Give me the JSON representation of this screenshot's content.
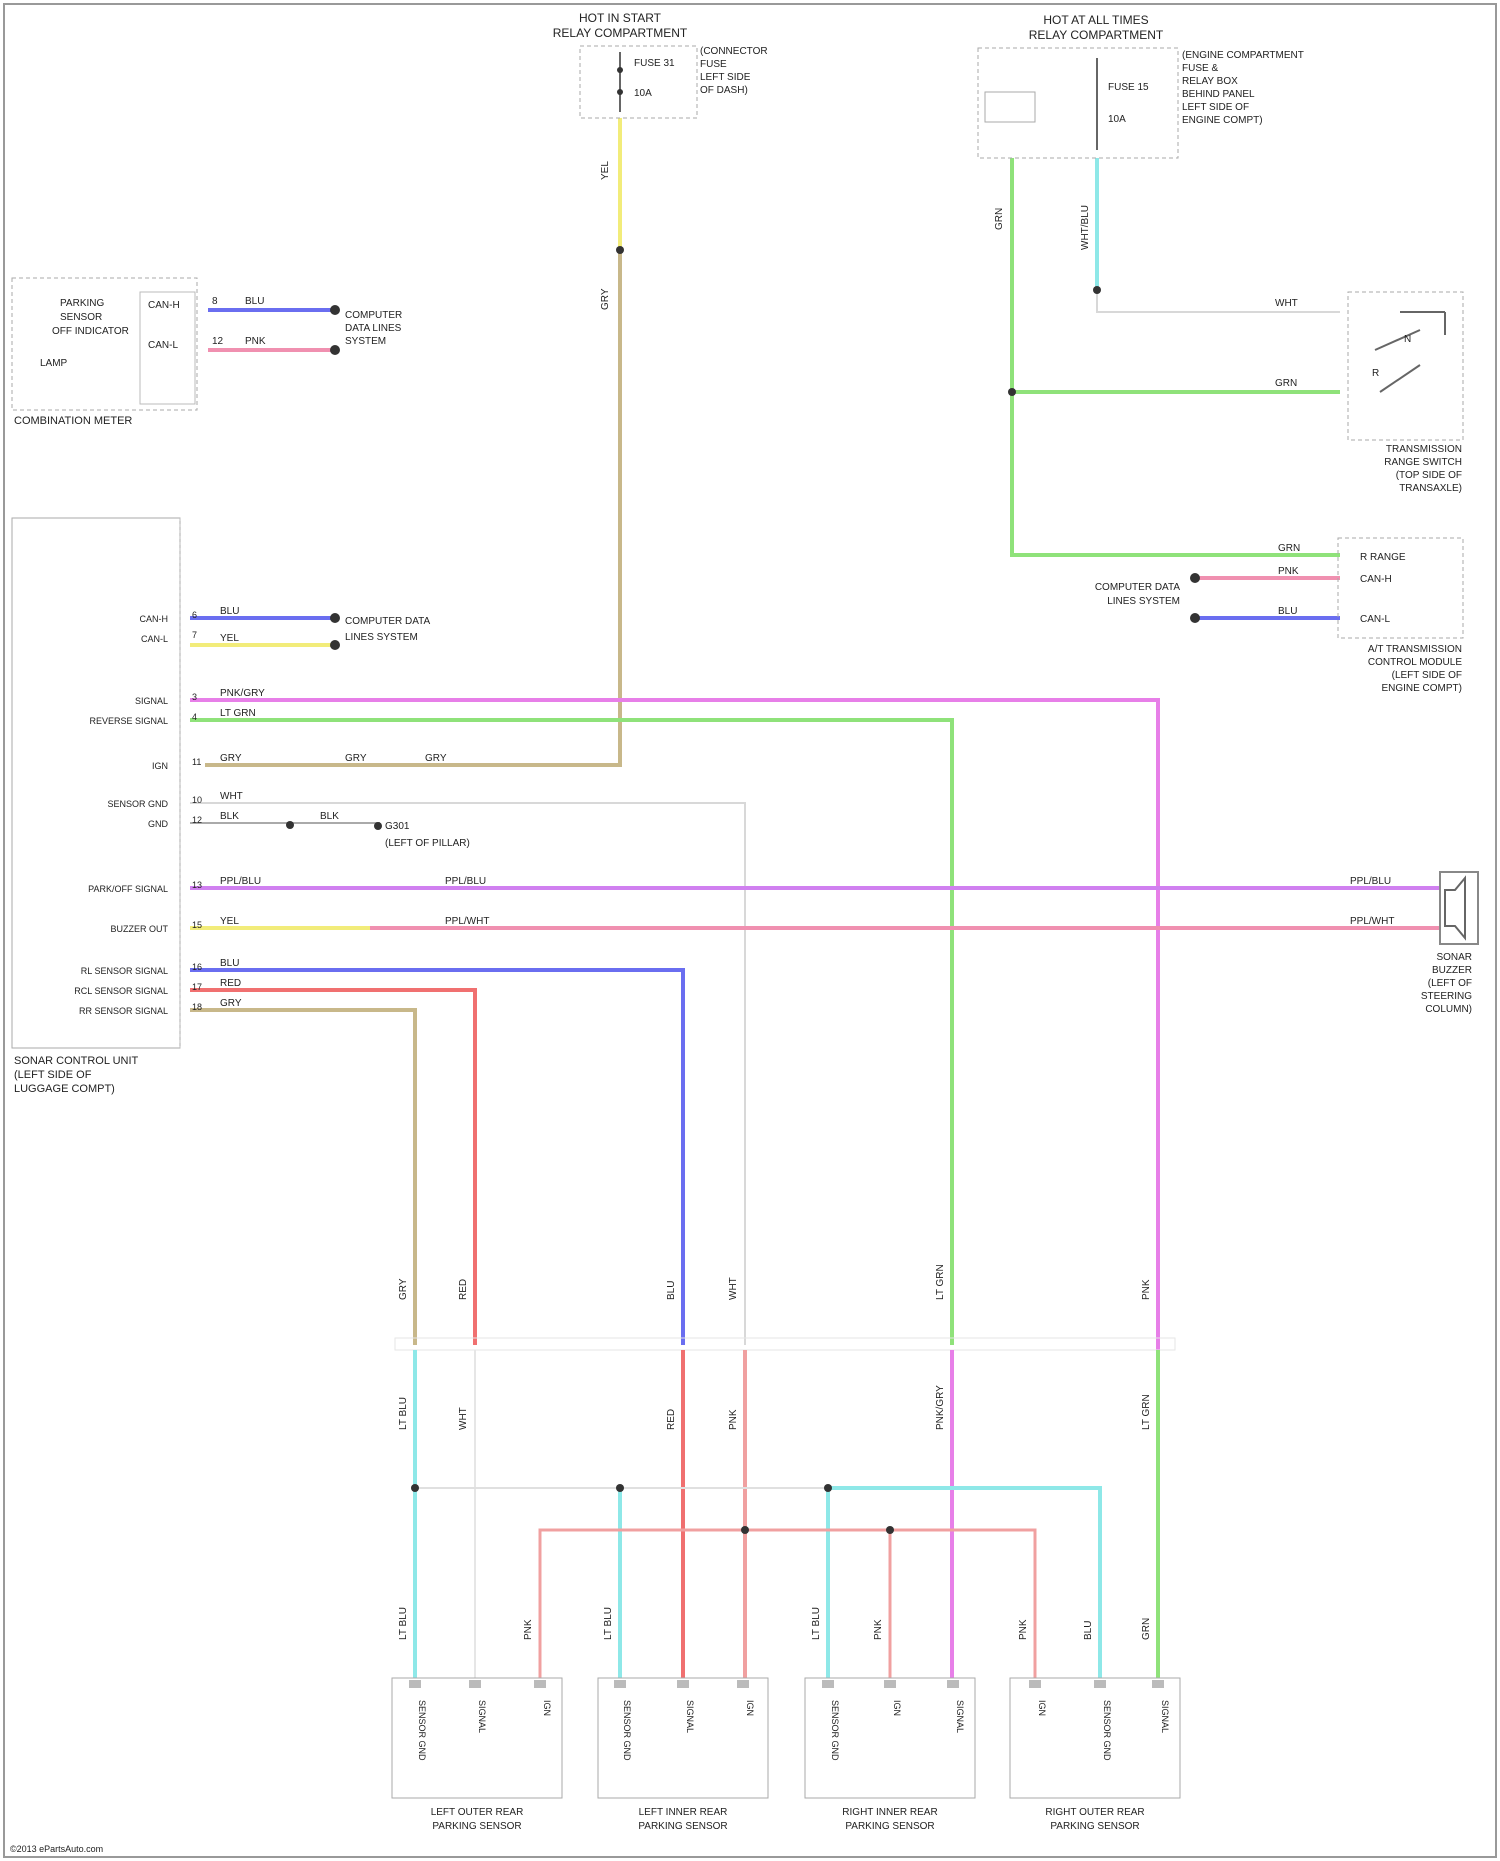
{
  "components": {
    "hot_in_start_fuse_block": {
      "title_lines": [
        "HOT IN START",
        "RELAY COMPARTMENT"
      ],
      "fuse_label": "FUSE 31",
      "fuse_rating": "10A",
      "location_lines": [
        "(CONNECTOR",
        "FUSE",
        "LEFT SIDE",
        "OF DASH)"
      ]
    },
    "hot_at_all_times_block": {
      "title_lines": [
        "HOT AT ALL TIMES",
        "RELAY COMPARTMENT"
      ],
      "fuse_label": "FUSE 15",
      "fuse_rating": "10A",
      "location_lines": [
        "(ENGINE COMPARTMENT",
        "FUSE &",
        "RELAY BOX",
        "BEHIND PANEL",
        "LEFT SIDE OF",
        "ENGINE COMPT)"
      ]
    },
    "combination_meter": {
      "title": "COMBINATION METER",
      "inner_lines": [
        "PARKING",
        "SENSOR",
        "OFF INDICATOR",
        "LAMP"
      ],
      "pins": [
        "CAN-H",
        "CAN-L"
      ],
      "pin_numbers": [
        "8",
        "12"
      ],
      "wire_labels": [
        "BLU",
        "PNK"
      ],
      "dest_lines": [
        "COMPUTER",
        "DATA LINES",
        "SYSTEM"
      ]
    },
    "sonar_control_unit": {
      "title_lines": [
        "SONAR CONTROL UNIT",
        "(LEFT SIDE OF",
        "LUGGAGE COMPT)"
      ],
      "pins": [
        {
          "name": "CAN-H",
          "num": "6"
        },
        {
          "name": "CAN-L",
          "num": "7"
        },
        {
          "name": "SIGNAL",
          "num": "3"
        },
        {
          "name": "REVERSE SIGNAL",
          "num": "4"
        },
        {
          "name": "IGN",
          "num": "11"
        },
        {
          "name": "SENSOR GND",
          "num": "10"
        },
        {
          "name": "GND",
          "num": "12"
        },
        {
          "name": "PARK/OFF SIGNAL",
          "num": "13"
        },
        {
          "name": "BUZZER OUT",
          "num": "15"
        },
        {
          "name": "RL SENSOR SIGNAL",
          "num": "16"
        },
        {
          "name": "RCL SENSOR SIGNAL",
          "num": "17"
        },
        {
          "name": "RR SENSOR SIGNAL",
          "num": "18"
        }
      ]
    },
    "can_dest": {
      "lines": [
        "COMPUTER DATA",
        "LINES SYSTEM"
      ],
      "wire_labels": [
        "BLU",
        "YEL"
      ],
      "notes": [
        "CAN-H",
        "CAN-L"
      ]
    },
    "ground": {
      "lines": [
        "G301",
        "(LEFT OF PILLAR)"
      ],
      "wire": "BLK"
    },
    "transmission_range_switch": {
      "title_lines": [
        "TRANSMISSION",
        "RANGE SWITCH",
        "(TOP SIDE OF",
        "TRANSAXLE)"
      ],
      "pins": [
        "R",
        "N"
      ]
    },
    "tcm": {
      "title_lines": [
        "A/T TRANSMISSION",
        "CONTROL MODULE",
        "(LEFT SIDE OF",
        "ENGINE COMPT)"
      ],
      "pins": [
        "R RANGE",
        "CAN-H",
        "CAN-L"
      ]
    },
    "tcm_can_dest": {
      "lines": [
        "COMPUTER DATA",
        "LINES SYSTEM"
      ]
    },
    "buzzer": {
      "title_lines": [
        "SONAR",
        "BUZZER",
        "(LEFT OF",
        "STEERING",
        "COLUMN)"
      ]
    },
    "sensors": [
      {
        "title_lines": [
          "LEFT OUTER REAR",
          "PARKING SENSOR"
        ],
        "pins": [
          "SENSOR GND",
          "SIGNAL",
          "IGN"
        ]
      },
      {
        "title_lines": [
          "LEFT INNER REAR",
          "PARKING SENSOR"
        ],
        "pins": [
          "SENSOR GND",
          "SIGNAL",
          "IGN"
        ]
      },
      {
        "title_lines": [
          "RIGHT INNER REAR",
          "PARKING SENSOR"
        ],
        "pins": [
          "SENSOR GND",
          "IGN",
          "SIGNAL"
        ]
      },
      {
        "title_lines": [
          "RIGHT OUTER REAR",
          "PARKING SENSOR"
        ],
        "pins": [
          "IGN",
          "SENSOR GND",
          "SIGNAL"
        ]
      }
    ]
  },
  "wire_colors": {
    "blue": "#6a6ef0",
    "pink": "#f090b0",
    "yellow": "#f2ec7a",
    "tan": "#c8b88a",
    "magenta": "#e77fe8",
    "green": "#8fe27a",
    "red": "#f07070",
    "cyan": "#8ee8e8",
    "gray": "#d8d8d8",
    "violet": "#d080f0"
  },
  "wire_labels": {
    "ign_feed": "YEL",
    "ign_feed2": "GRY",
    "start_relay_out": "GRN",
    "start_relay_out2": "WHT/BLU",
    "tr_switch_r": "GRN",
    "tr_switch_n": "WHT",
    "tcm_r": "GRN",
    "tcm_can_h": "PNK",
    "tcm_can_l": "BLU",
    "su_can_h": "BLU",
    "su_can_l": "YEL",
    "su_signal": "PNK/GRY",
    "su_reverse": "LT GRN",
    "su_ign": "GRY",
    "su_ign_mid": "GRY",
    "su_ign_right": "GRY",
    "su_sensor_gnd": "WHT",
    "su_gnd": "BLK",
    "su_gnd_dest": "BLK",
    "su_park": "PPL/BLU",
    "su_park_right": "PPL/BLU",
    "su_buzzer": "YEL",
    "su_buzzer_right": "PPL/WHT",
    "su_buzzer_mid": "PPL/WHT",
    "su_rl": "BLU",
    "su_rcl": "RED",
    "su_rr": "GRY",
    "buzzer_top": "PPL/BLU",
    "buzzer_bot": "PPL/WHT",
    "vert_gry": "GRY",
    "vert_red": "RED",
    "vert_blu": "BLU",
    "vert_wht": "WHT",
    "vert_grn": "LT GRN",
    "vert_pnk": "PNK",
    "low_blu": "BLU",
    "low_grn": "GRN",
    "low_cyan1": "LT BLU",
    "low_cyan2": "LT BLU",
    "low_cyan3": "LT BLU",
    "low_cyan4": "LT BLU",
    "low_pnk1": "PNK",
    "low_pnk2": "PNK",
    "low_pnk3": "PNK",
    "low_pnk4": "PNK",
    "low_red": "RED",
    "low_wht": "WHT",
    "low_mag": "PNK/GRY",
    "low_grn2": "LT GRN"
  },
  "watermark": "©2013 ePartsAuto.com"
}
